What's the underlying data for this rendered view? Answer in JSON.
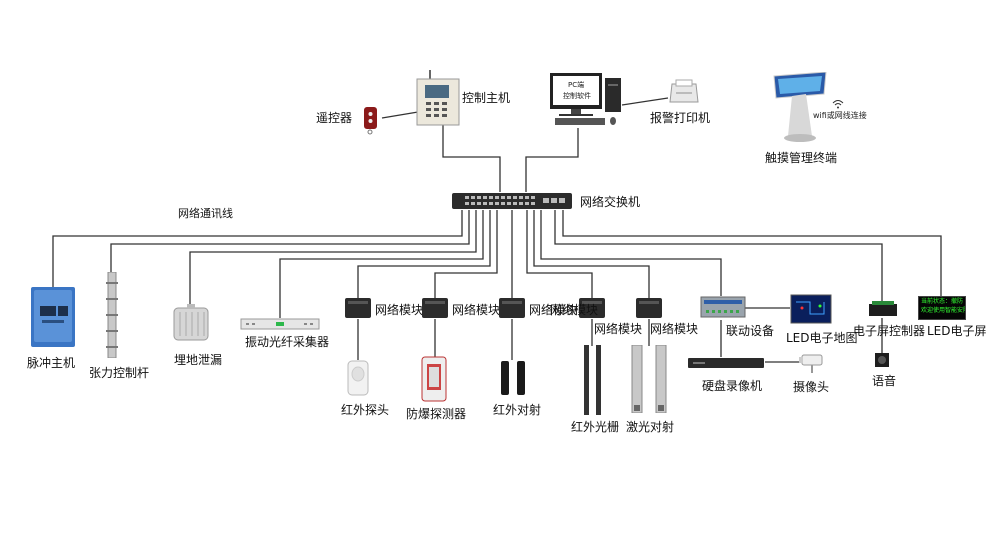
{
  "labels": {
    "host": "控制主机",
    "remote": "遥控器",
    "pc_screen_line1": "PC端",
    "pc_screen_line2": "控制软件",
    "printer": "报警打印机",
    "touch_terminal": "触摸管理终端",
    "wifi_label": "wifi或网线连接",
    "switch": "网络交换机",
    "net_cable": "网络通讯线",
    "pulse_host": "脉冲主机",
    "tension_pole": "张力控制杆",
    "buried_leak": "埋地泄漏",
    "fiber_collector": "振动光纤采集器",
    "net_module_1": "网络模块",
    "net_module_2": "网络模块",
    "net_module_3": "网络模块",
    "net_module_4": "网络模块",
    "net_module_5": "网络模块",
    "net_module_6": "网络模块",
    "ir_probe": "红外探头",
    "explosion_detector": "防爆探测器",
    "ir_beam": "红外对射",
    "ir_grating": "红外光栅",
    "laser_beam": "激光对射",
    "linkage": "联动设备",
    "led_map": "LED电子地图",
    "dvr": "硬盘录像机",
    "camera": "摄像头",
    "screen_controller": "电子屏控制器",
    "voice": "语音",
    "led_screen": "LED电子屏",
    "led_screen_text1": "当前状态：撤防",
    "led_screen_text2": "欢迎使用智能安防"
  },
  "colors": {
    "wire": "#333333",
    "led_text": "#33ff33",
    "led_text_red": "#ff4444",
    "map_bg": "#0a1f5c",
    "pulse_host": "#3a75c4"
  }
}
